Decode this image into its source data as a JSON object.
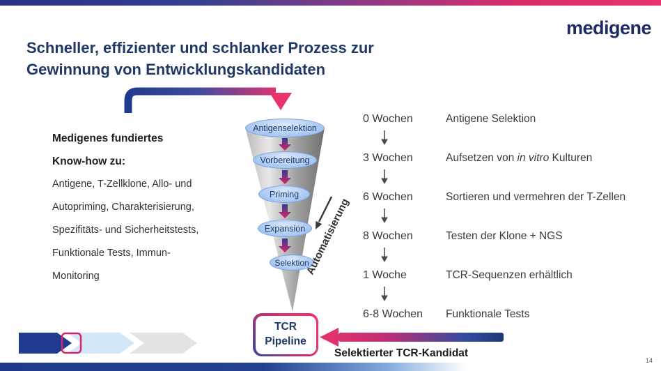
{
  "slide": {
    "logo": "medigene",
    "page_number": "14",
    "title_line1": "Schneller, effizienter und schlanker Prozess zur",
    "title_line2": "Gewinnung von Entwicklungskandidaten"
  },
  "know_how": {
    "heading_line1": "Medigenes fundiertes",
    "heading_line2": "Know-how zu:",
    "lines": [
      "Antigene, T-Zellklone, Allo- und",
      "Autopriming, Charakterisierung,",
      "Spezifitäts- und Sicherheitstests,",
      "Funktionale Tests, Immun-",
      "Monitoring"
    ]
  },
  "funnel": {
    "stages": [
      "Antigenselektion",
      "Vorbereitung",
      "Priming",
      "Expansion",
      "Selektion"
    ],
    "automation_label": "Automatisierung"
  },
  "timeline": {
    "rows": [
      {
        "weeks": "0 Wochen",
        "pre": "Antigene Selektion",
        "italic": "",
        "post": ""
      },
      {
        "weeks": "3 Wochen",
        "pre": "Aufsetzen von ",
        "italic": "in vitro",
        "post": " Kulturen"
      },
      {
        "weeks": "6 Wochen",
        "pre": "Sortieren und vermehren der T-Zellen",
        "italic": "",
        "post": ""
      },
      {
        "weeks": "8 Wochen",
        "pre": "Testen der Klone + NGS",
        "italic": "",
        "post": ""
      },
      {
        "weeks": "1 Woche",
        "pre": "TCR-Sequenzen erhältlich",
        "italic": "",
        "post": ""
      },
      {
        "weeks": "6-8 Wochen",
        "pre": "Funktionale Tests",
        "italic": "",
        "post": ""
      }
    ]
  },
  "result": {
    "box_line1": "TCR",
    "box_line2": "Pipeline",
    "caption": "Selektierter TCR-Kandidat"
  },
  "colors": {
    "brand_navy": "#1F3864",
    "brand_pink": "#E8336D",
    "cone_gray": "#9d9d9d",
    "stage_blue": "#AECBF4"
  }
}
